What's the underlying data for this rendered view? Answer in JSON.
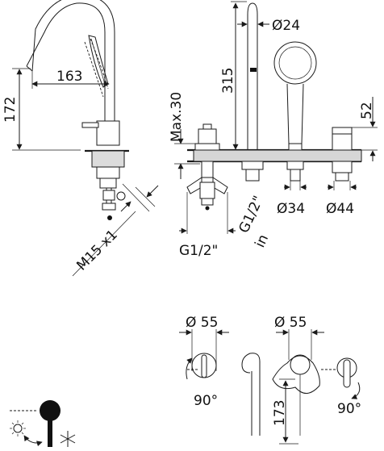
{
  "labels": {
    "side_reach": "163",
    "side_height": "172",
    "thread_size": "M15 x1",
    "max_deck": "Max.30",
    "spout_height": "315",
    "spout_diameter": "Ø24",
    "shower_height": "52",
    "inlet_thread_a": "G1/2\"",
    "inlet_thread_b": "G1/2\"",
    "inlet_label": "in",
    "base_diameter_a": "Ø34",
    "base_diameter_b": "Ø44",
    "handle_diameter_a": "Ø 55",
    "handle_diameter_b": "Ø 55",
    "rotation_a": "90°",
    "rotation_b": "90°",
    "wall_height": "173"
  },
  "icons": {
    "sun": "sun-icon",
    "snowflake": "snowflake-icon",
    "lever_knob": "lever-knob-icon"
  },
  "colors": {
    "line": "#1a1a1a",
    "fill_dark": "#111111",
    "background": "#ffffff"
  }
}
